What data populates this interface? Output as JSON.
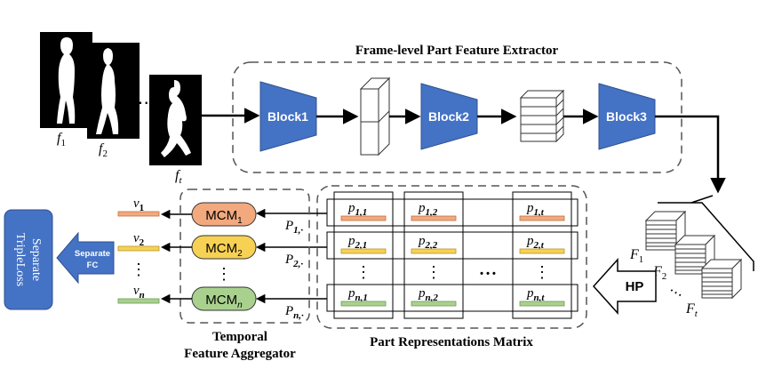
{
  "extractor": {
    "title": "Frame-level Part Feature Extractor",
    "blocks": [
      "Block1",
      "Block2",
      "Block3"
    ]
  },
  "frames": {
    "labels": [
      {
        "base": "f",
        "sub": "1"
      },
      {
        "base": "f",
        "sub": "2"
      },
      {
        "base": "f",
        "sub": "t"
      }
    ],
    "ellipsis": "⋯"
  },
  "feature_maps": {
    "labels": [
      {
        "base": "F",
        "sub": "1"
      },
      {
        "base": "F",
        "sub": "2"
      },
      {
        "base": "F",
        "sub": "t"
      }
    ],
    "ellipsis": "⋯"
  },
  "hp_label": "HP",
  "matrix": {
    "title": "Part Representations Matrix",
    "cells": [
      [
        "1,1",
        "1,2",
        "1,t"
      ],
      [
        "2,1",
        "2,2",
        "2,t"
      ],
      [
        "n,1",
        "n,2",
        "n,t"
      ]
    ],
    "cell_base": "p",
    "vertical_ellipsis": "⋮",
    "horizontal_ellipsis": "• • •"
  },
  "row_inputs": [
    {
      "base": "P",
      "sub": "1,·"
    },
    {
      "base": "P",
      "sub": "2,·"
    },
    {
      "base": "P",
      "sub": "n,·"
    }
  ],
  "aggregator": {
    "title_line1": "Temporal",
    "title_line2": "Feature Aggregator",
    "mcms": [
      {
        "base": "MCM",
        "sub": "1",
        "color": "#f2a97e"
      },
      {
        "base": "MCM",
        "sub": "2",
        "color": "#f7d154"
      },
      {
        "base": "MCM",
        "sub": "n",
        "color": "#a9d18e"
      }
    ],
    "ellipsis": "⋮"
  },
  "outputs": [
    {
      "base": "v",
      "sub": "1"
    },
    {
      "base": "v",
      "sub": "2"
    },
    {
      "base": "v",
      "sub": "n"
    }
  ],
  "outputs_ellipsis": "⋮",
  "separate_fc": {
    "line1": "Separate",
    "line2": "FC"
  },
  "loss": {
    "line1": "Separate",
    "line2": "TripleLoss"
  },
  "colors": {
    "block_fill": "#4472c4",
    "accent_blue": "#4472c4",
    "bar_orange": "#f2a97e",
    "bar_yellow": "#f7d154",
    "bar_green": "#a9d18e"
  }
}
